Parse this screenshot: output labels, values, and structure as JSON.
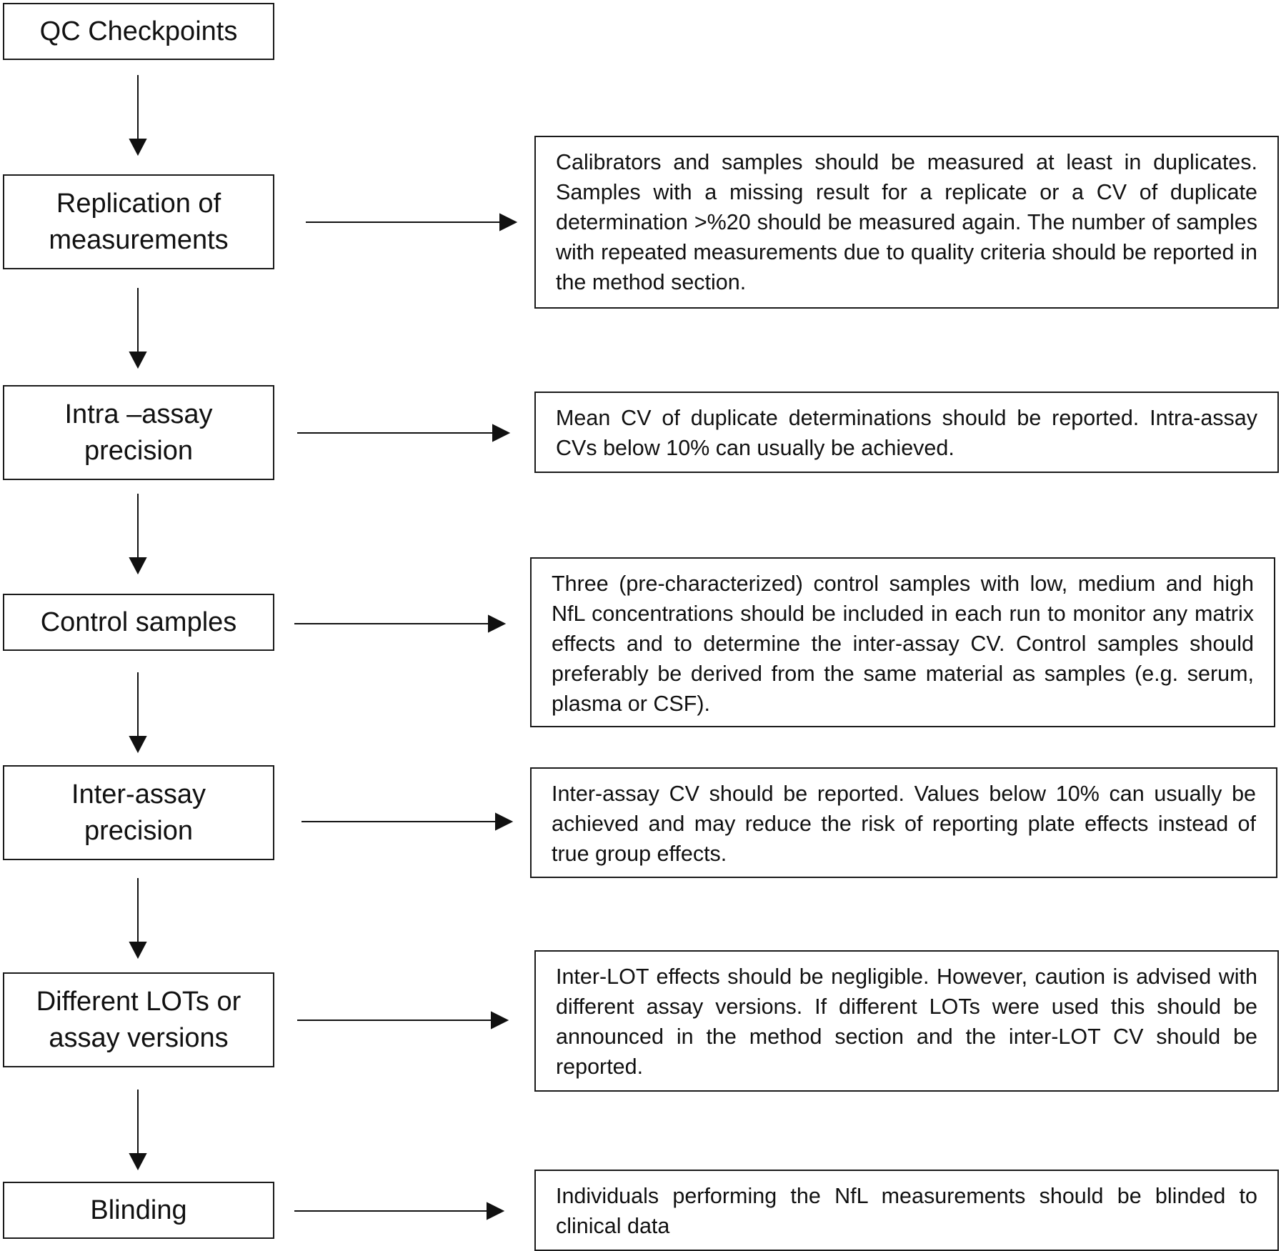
{
  "header": {
    "title": "QC Checkpoints"
  },
  "checkpoints": [
    {
      "label": "Replication of measurements",
      "description": "Calibrators and samples should be measured at least in duplicates. Samples with a missing result for a replicate or a CV of duplicate determination >%20 should be measured again. The number of samples with repeated measurements due to quality criteria should be reported in the method section."
    },
    {
      "label": "Intra –assay precision",
      "description": "Mean CV of duplicate determinations should be reported. Intra-assay CVs below 10% can usually be achieved."
    },
    {
      "label": "Control samples",
      "description": "Three (pre-characterized) control samples with low, medium and high NfL concentrations should be included in each run to monitor any matrix effects and to determine the inter-assay CV. Control samples should preferably be derived from the same material as samples (e.g. serum, plasma or CSF)."
    },
    {
      "label": "Inter-assay precision",
      "description": "Inter-assay CV should be reported. Values below 10% can usually be achieved and may reduce the risk of reporting plate effects instead of true group effects."
    },
    {
      "label": "Different LOTs or assay versions",
      "description": "Inter-LOT effects should be negligible. However, caution is advised with different assay versions. If different LOTs were used this should be announced in the method section and the inter-LOT CV should be reported."
    },
    {
      "label": "Blinding",
      "description": "Individuals performing the NfL measurements should be blinded to clinical data"
    }
  ]
}
